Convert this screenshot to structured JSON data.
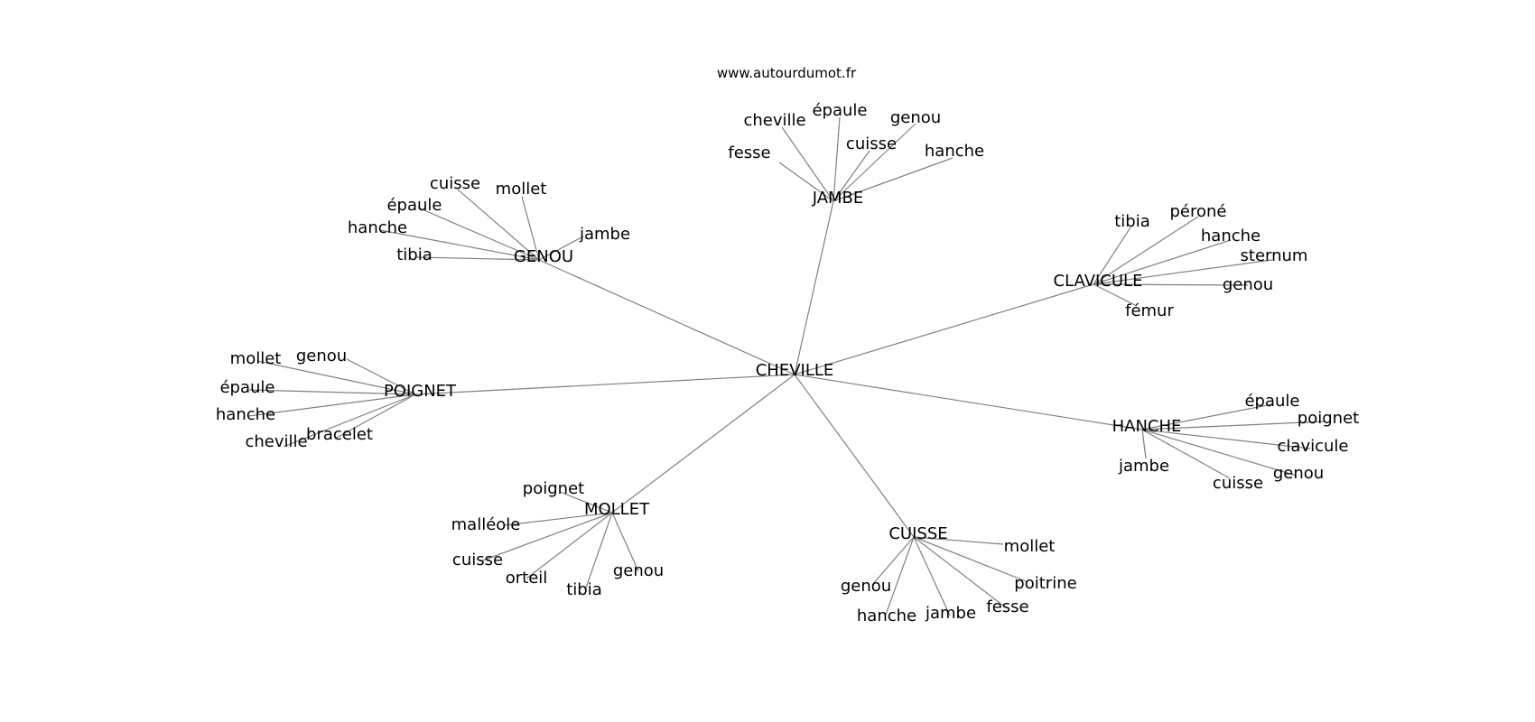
{
  "source": "www.autourdumot.fr",
  "colors": {
    "edge": "#808080",
    "text": "#000000",
    "background": "#ffffff"
  },
  "center": "CHEVILLE",
  "hubs": [
    {
      "id": "jambe",
      "label": "JAMBE",
      "children": [
        "fesse",
        "cheville",
        "épaule",
        "cuisse",
        "genou",
        "hanche"
      ]
    },
    {
      "id": "genou",
      "label": "GENOU",
      "children": [
        "cuisse",
        "mollet",
        "épaule",
        "hanche",
        "tibia",
        "jambe"
      ]
    },
    {
      "id": "clavicule",
      "label": "CLAVICULE",
      "children": [
        "tibia",
        "péroné",
        "hanche",
        "sternum",
        "genou",
        "fémur"
      ]
    },
    {
      "id": "poignet",
      "label": "POIGNET",
      "children": [
        "mollet",
        "genou",
        "épaule",
        "hanche",
        "cheville",
        "bracelet"
      ]
    },
    {
      "id": "hanche",
      "label": "HANCHE",
      "children": [
        "épaule",
        "poignet",
        "clavicule",
        "genou",
        "jambe",
        "cuisse"
      ]
    },
    {
      "id": "mollet",
      "label": "MOLLET",
      "children": [
        "poignet",
        "malléole",
        "cuisse",
        "orteil",
        "tibia",
        "genou"
      ]
    },
    {
      "id": "cuisse",
      "label": "CUISSE",
      "children": [
        "mollet",
        "poitrine",
        "fesse",
        "jambe",
        "hanche",
        "genou"
      ]
    }
  ]
}
